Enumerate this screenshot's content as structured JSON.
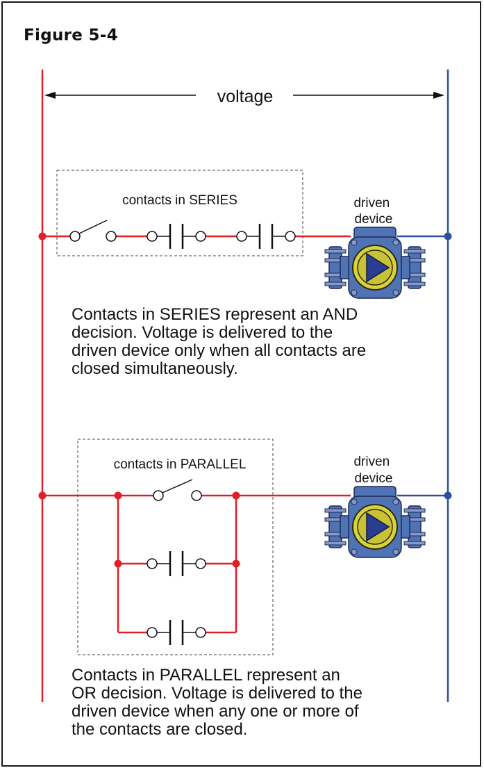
{
  "figure_title": "Figure 5-4",
  "voltage_label": "voltage",
  "series_section": {
    "group_label": "contacts in SERIES",
    "device_label_line1": "driven",
    "device_label_line2": "device",
    "description_lines": [
      "Contacts in SERIES represent an AND",
      "decision.  Voltage is delivered to the",
      "driven device only when all contacts are",
      "closed simultaneously."
    ]
  },
  "parallel_section": {
    "group_label": "contacts in PARALLEL",
    "device_label_line1": "driven",
    "device_label_line2": "device",
    "description_lines": [
      "Contacts in PARALLEL represent an",
      "OR decision.  Voltage is delivered to the",
      "driven device when any one or more of",
      "the contacts are closed."
    ]
  },
  "colors": {
    "hot_rail": "#e31e24",
    "neutral_rail": "#2e4ea3",
    "pump_body": "#4f73b5",
    "pump_ring": "#d8d23c",
    "pump_arrow": "#2a3d8f"
  }
}
